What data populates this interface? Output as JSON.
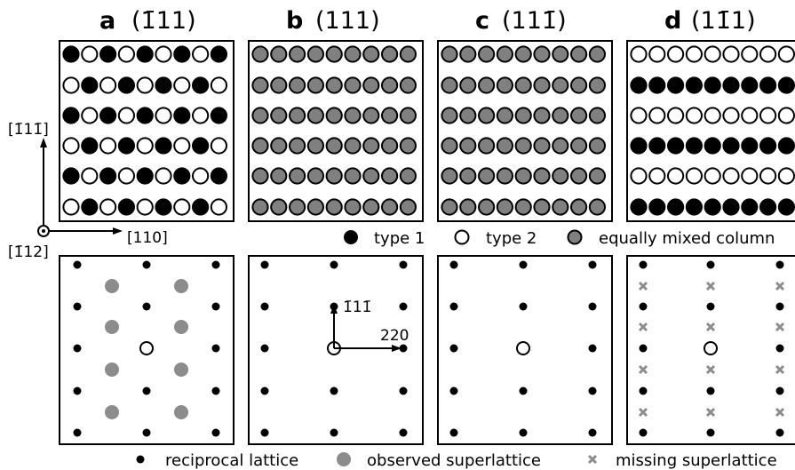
{
  "panels": [
    {
      "letter": "a",
      "plane": "(̅111)",
      "plane_display": "(1̄11)",
      "pattern": "checker"
    },
    {
      "letter": "b",
      "plane": "(111)",
      "plane_display": "(111)",
      "pattern": "mixed"
    },
    {
      "letter": "c",
      "plane": "(111̄)",
      "plane_display": "(111̄)",
      "pattern": "mixed"
    },
    {
      "letter": "d",
      "plane": "(11̄1)",
      "plane_display": "(11̄1)",
      "pattern": "rows"
    }
  ],
  "axes": {
    "vertical": "[1̄11̄]",
    "horizontal": "[110]",
    "out_of_plane": "[1̄12]"
  },
  "legend_top": {
    "type1": "type 1",
    "type2": "type 2",
    "mixed": "equally mixed column"
  },
  "reciprocal_labels": {
    "up": "1̄11̄",
    "right": "220"
  },
  "legend_bottom": {
    "reciprocal": "reciprocal lattice",
    "observed": "observed superlattice",
    "missing": "missing superlattice"
  },
  "colors": {
    "type1": "#000000",
    "type2": "#ffffff",
    "mixed": "#808080",
    "superlattice": "#8c8c8c"
  }
}
